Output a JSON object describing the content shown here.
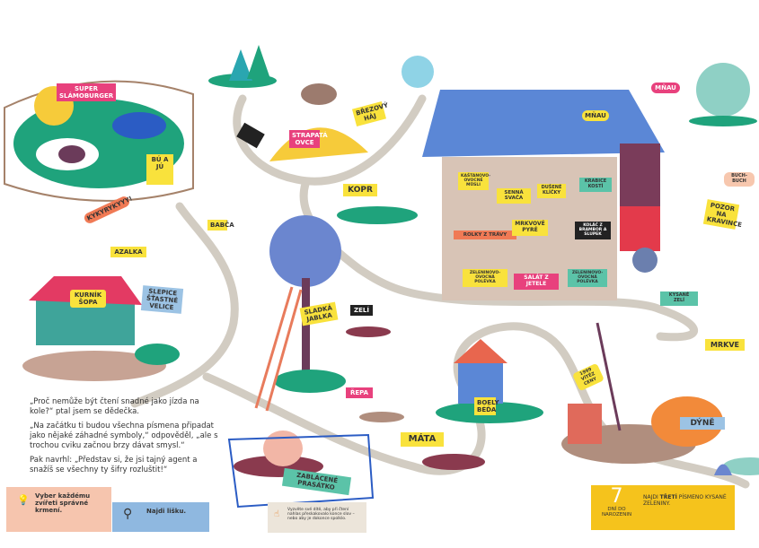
{
  "labels": {
    "super_slamoburger": "Super slámoburger",
    "bu_a_ju": "Bú a jú",
    "kykyrykyyy": "Kykyrykyyy!",
    "babca": "Babča",
    "azalka": "Azalka",
    "kurnik_sopa": "Kurník šopa",
    "slepice": "Slepice šťastné velice",
    "strapata_ovce": "Strapatá ovce",
    "brezovy_haj": "Březový háj",
    "kopr": "Kopr",
    "sladka_jablka": "Sladká jablka",
    "zeli": "Zelí",
    "repa": "Řepa",
    "mata": "Máta",
    "zablacene_prasatko": "Zablácené prasátko",
    "boely_beda": "Boely Béďa",
    "mnau_1": "Mňau",
    "mnau_2": "Mňau",
    "buch_buch": "Buch-buch",
    "pozor": "Pozor na kravince",
    "kysane_zeli": "Kysané zelí",
    "mrkve": "Mrkve",
    "dyne": "Dýně",
    "trophy": "1999 vítěz ceny"
  },
  "shelf": {
    "musli": "Kaštanovo-ovocné müsli",
    "senna_svaca": "Senná svača",
    "dusene_klicky": "Dušené klíčky",
    "krabice_kosti": "Krabice kostí",
    "rolky": "Rolky z trávy",
    "mrkvove_pyre": "Mrkvové pyré",
    "kolac": "Koláč z brambor a slupek",
    "polevka_1": "Zeleninovo-ovocná polévka",
    "salat": "Salát z jetele",
    "polevka_2": "Zeleninovo-ovocná polévka"
  },
  "story": {
    "p1": "„Proč nemůže být čtení snadné jako jízda na kole?“ ptal jsem se dědečka.",
    "p2": "„Na začátku ti budou všechna písmena připadat jako nějaké záhadné symboly,“ odpověděl, „ale s trochou cviku začnou brzy dávat smysl.“",
    "p3": "Pak navrhl: „Představ si, že jsi tajný agent a snažíš se všechny ty šifry rozluštit!“"
  },
  "tasks": {
    "feed": "Vyber každému zvířeti správné krmení.",
    "fox": "Najdi lišku.",
    "tip": "Vyzvěte své dítě, aby při čtení nahlas přeskakovalo konce slov – nebo aby je dokonce spolklo.",
    "days_number": "7",
    "days_label": "dní do narozenin",
    "letter_pre": "Najdi ",
    "letter_bold": "třetí",
    "letter_post": " písmeno kysané zeleniny."
  },
  "colors": {
    "road": "#cfc9bf",
    "grass": "#1fa37c",
    "yellow": "#f9e23c",
    "pink": "#e8417d",
    "blue": "#9cc3e4",
    "task_yellow": "#f5c31c"
  }
}
